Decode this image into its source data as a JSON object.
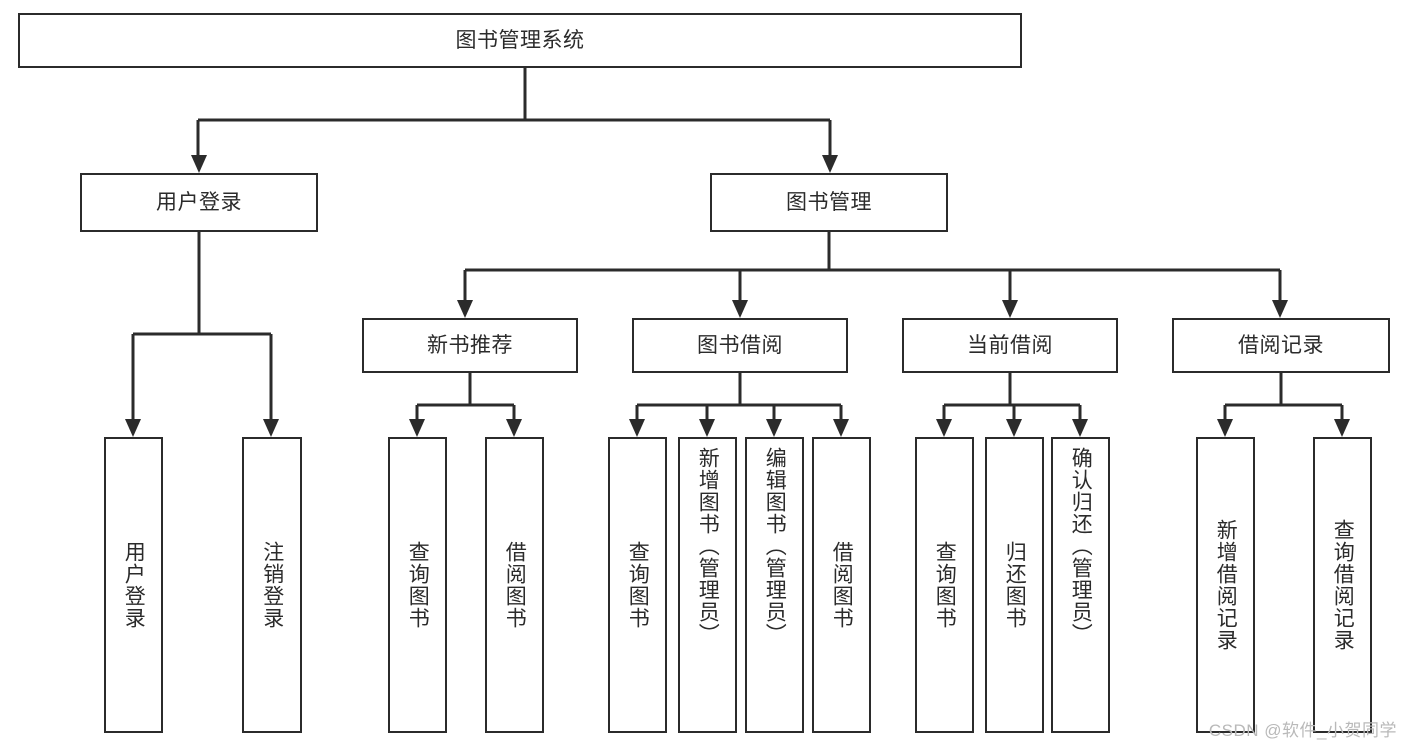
{
  "diagram": {
    "title": "图书管理系统",
    "type": "tree",
    "stroke_color": "#2b2b2b",
    "fill_color": "#ffffff",
    "root": {
      "label": "图书管理系统"
    },
    "level2": [
      {
        "label": "用户登录"
      },
      {
        "label": "图书管理"
      }
    ],
    "level3": [
      {
        "label": "新书推荐"
      },
      {
        "label": "图书借阅"
      },
      {
        "label": "当前借阅"
      },
      {
        "label": "借阅记录"
      }
    ],
    "leaves": {
      "user_login": [
        {
          "label": "用户登录"
        },
        {
          "label": "注销登录"
        }
      ],
      "new_book_recommend": [
        {
          "label": "查询图书"
        },
        {
          "label": "借阅图书"
        }
      ],
      "book_borrow": [
        {
          "label": "查询图书"
        },
        {
          "label": "新增图书（管理员）"
        },
        {
          "label": "编辑图书（管理员）"
        },
        {
          "label": "借阅图书"
        }
      ],
      "current_borrow": [
        {
          "label": "查询图书"
        },
        {
          "label": "归还图书"
        },
        {
          "label": "确认归还（管理员）"
        }
      ],
      "borrow_record": [
        {
          "label": "新增借阅记录"
        },
        {
          "label": "查询借阅记录"
        }
      ]
    }
  },
  "watermark": {
    "text": "CSDN @软件_小贺同学",
    "color": "#b9b9b9"
  }
}
